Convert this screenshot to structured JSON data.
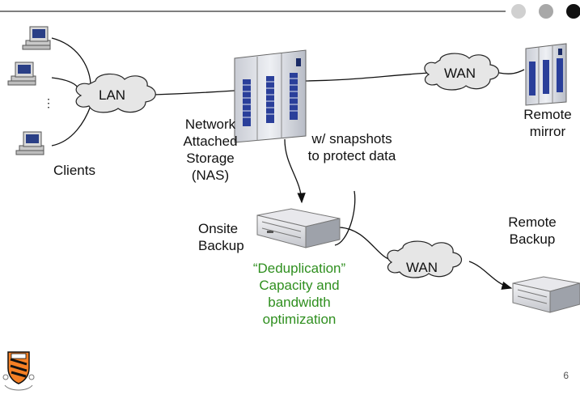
{
  "slide": {
    "page_number": "6",
    "accent_color": "#555555",
    "emphasis_color": "#2f8f1f"
  },
  "labels": {
    "lan": "LAN",
    "wan_top": "WAN",
    "wan_bottom": "WAN",
    "ellipsis": "⋮",
    "clients": "Clients",
    "nas_line1": "Network",
    "nas_line2": "Attached",
    "nas_line3": "Storage",
    "nas_line4": "(NAS)",
    "snap_line1": "w/ snapshots",
    "snap_line2": "to protect data",
    "remote_mirror_line1": "Remote",
    "remote_mirror_line2": "mirror",
    "onsite_line1": "Onsite",
    "onsite_line2": "Backup",
    "remote_backup_line1": "Remote",
    "remote_backup_line2": "Backup",
    "dedup_line1": "“Deduplication”",
    "dedup_line2": "Capacity and",
    "dedup_line3": "bandwidth",
    "dedup_line4": "optimization"
  }
}
